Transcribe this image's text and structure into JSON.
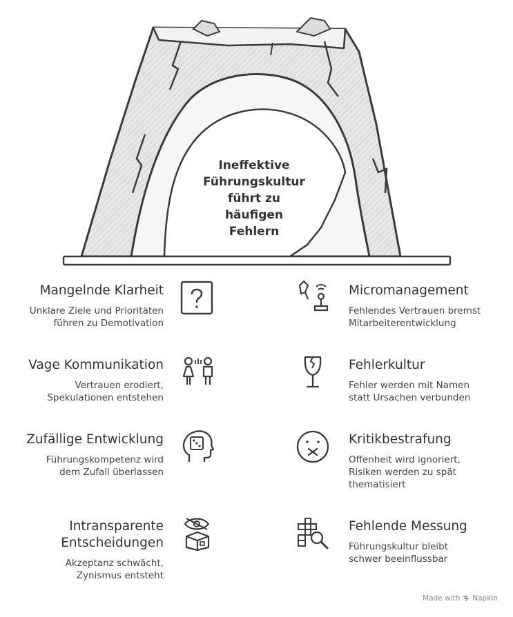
{
  "center": {
    "lines": [
      "Ineffektive",
      "Führungskultur",
      "führt zu",
      "häufigen",
      "Fehlern"
    ]
  },
  "items": [
    {
      "title": [
        "Mangelnde Klarheit"
      ],
      "desc": [
        "Unklare Ziele und Prioritäten",
        "führen zu Demotivation"
      ],
      "icon": "question-box-icon"
    },
    {
      "title": [
        "Micromanagement"
      ],
      "desc": [
        "Fehlendes Vertrauen bremst",
        "Mitarbeiterentwicklung"
      ],
      "icon": "robot-arm-joystick-icon"
    },
    {
      "title": [
        "Vage Kommunikation"
      ],
      "desc": [
        "Vertrauen erodiert,",
        "Spekulationen entstehen"
      ],
      "icon": "talking-people-icon"
    },
    {
      "title": [
        "Fehlerkultur"
      ],
      "desc": [
        "Fehler werden mit Namen",
        "statt Ursachen verbunden"
      ],
      "icon": "broken-glass-icon"
    },
    {
      "title": [
        "Zufällige Entwicklung"
      ],
      "desc": [
        "Führungskompetenz wird",
        "dem Zufall überlassen"
      ],
      "icon": "head-dice-icon"
    },
    {
      "title": [
        "Kritikbestrafung"
      ],
      "desc": [
        "Offenheit wird ignoriert,",
        "Risiken werden zu spät",
        "thematisiert"
      ],
      "icon": "silenced-face-icon"
    },
    {
      "title": [
        "Intransparente",
        "Entscheidungen"
      ],
      "desc": [
        "Akzeptanz schwächt,",
        "Zynismus entsteht"
      ],
      "icon": "eye-box-icon"
    },
    {
      "title": [
        "Fehlende Messung"
      ],
      "desc": [
        "Führungskultur bleibt",
        "schwer beeinflussbar"
      ],
      "icon": "crossword-magnifier-icon"
    }
  ],
  "footer": {
    "made_with": "Made with",
    "brand": "Napkin"
  }
}
